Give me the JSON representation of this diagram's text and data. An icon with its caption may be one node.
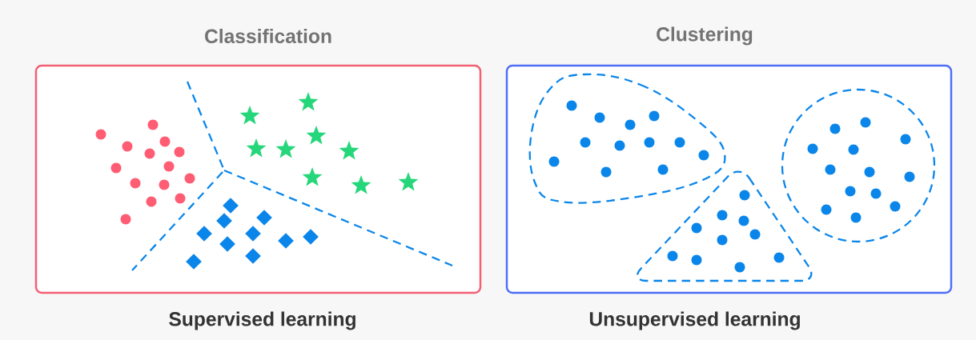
{
  "diagram": {
    "nodes": [
      {
        "text": [
          "Classification",
          "Supervised learning"
        ]
      },
      {
        "text": [
          "Clustering",
          "Unsupervised learning"
        ]
      }
    ]
  }
}
